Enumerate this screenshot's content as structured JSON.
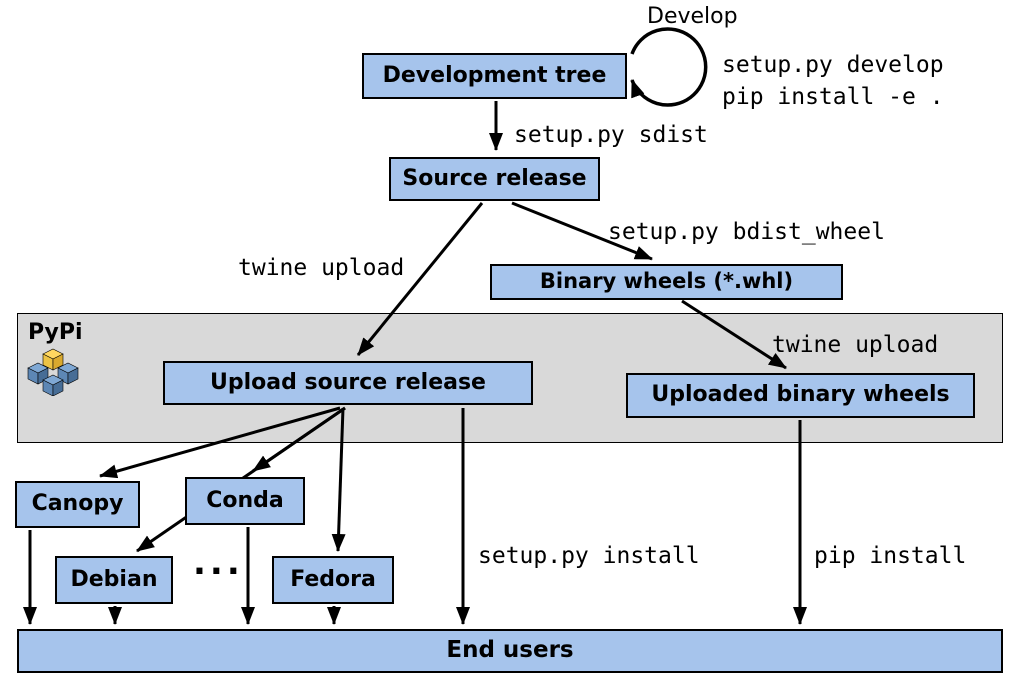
{
  "nodes": {
    "development_tree": "Development tree",
    "source_release": "Source release",
    "binary_wheels": "Binary wheels (*.whl)",
    "upload_source_release": "Upload source release",
    "uploaded_binary_wheels": "Uploaded binary wheels",
    "canopy": "Canopy",
    "conda": "Conda",
    "debian": "Debian",
    "fedora": "Fedora",
    "more_distros": "...",
    "end_users": "End users"
  },
  "edge_labels": {
    "develop": "Develop",
    "develop_cmd_1": "setup.py develop",
    "develop_cmd_2": "pip install -e .",
    "sdist": "setup.py sdist",
    "twine_upload_source": "twine upload",
    "bdist_wheel": "setup.py bdist_wheel",
    "twine_upload_wheels": "twine upload",
    "setup_install": "setup.py install",
    "pip_install": "pip install"
  },
  "pypi_band": {
    "label": "PyPi"
  },
  "colors": {
    "node_fill": "#a6c4ec",
    "band_fill": "#d9d9d9",
    "border": "#000000",
    "arrow": "#000000",
    "pypi_blue": "#5d87b5",
    "pypi_yellow": "#edc344"
  }
}
